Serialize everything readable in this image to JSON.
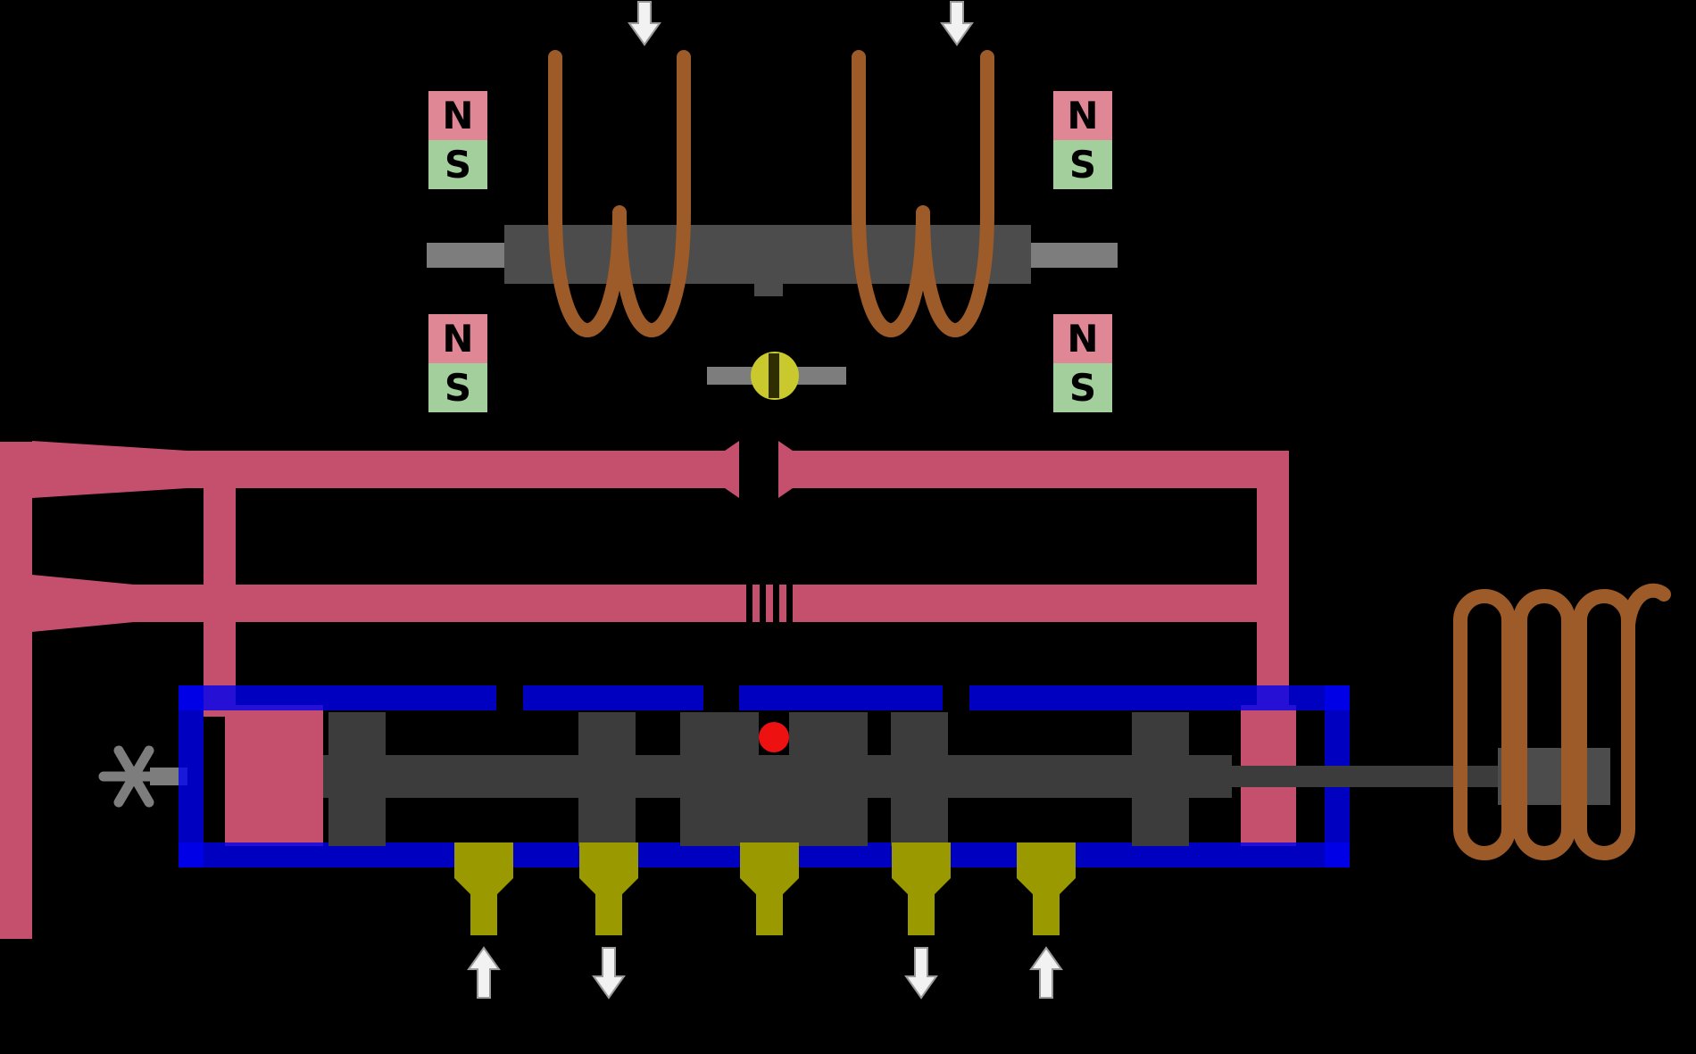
{
  "magnets": [
    {
      "top": "N",
      "bottom": "S"
    },
    {
      "top": "N",
      "bottom": "S"
    },
    {
      "top": "N",
      "bottom": "S"
    },
    {
      "top": "N",
      "bottom": "S"
    }
  ],
  "arrows": {
    "top": [
      {
        "direction": "down"
      },
      {
        "direction": "down"
      }
    ],
    "bottom": [
      {
        "direction": "up"
      },
      {
        "direction": "down"
      },
      {
        "direction": "down"
      },
      {
        "direction": "up"
      }
    ]
  },
  "colors": {
    "background": "#000000",
    "pipe": "#c4506e",
    "tube": "#0000f0",
    "metal": "#4c4c4c",
    "metal_light": "#7d7d7d",
    "metal_dark": "#3c3c3c",
    "coil": "#9c5b28",
    "transducer": "#9a9a00",
    "particle": "#ee1111",
    "arrow": "#f2f2f2",
    "magnet_n": "#df8795",
    "magnet_s": "#a2cf9c",
    "pivot": "#c9c92e",
    "pivot_slot": "#2e2e00"
  }
}
